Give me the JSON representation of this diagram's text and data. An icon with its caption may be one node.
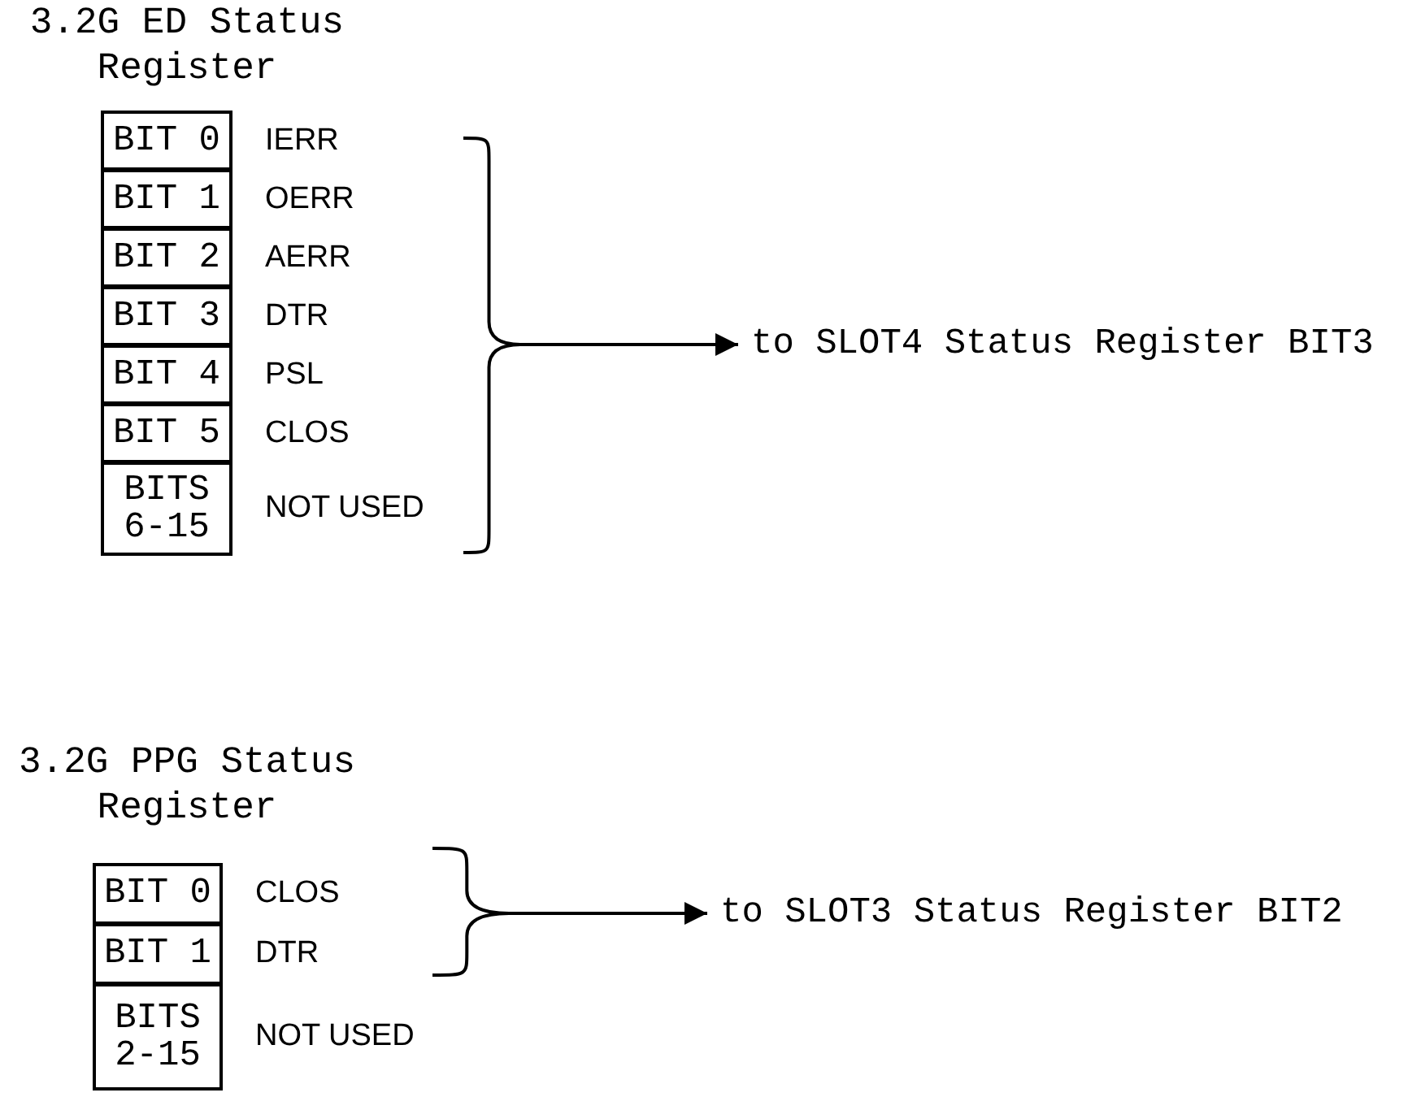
{
  "diagram": {
    "nodes": [
      {
        "text": [
          "3.2G ED Status Register"
        ]
      },
      {
        "text": [
          "BIT 0"
        ],
        "in": 0,
        "beside": [
          "IERR"
        ]
      },
      {
        "text": [
          "BIT 1"
        ],
        "in": 0,
        "beside": [
          "OERR"
        ]
      },
      {
        "text": [
          "BIT 2"
        ],
        "in": 0,
        "beside": [
          "AERR"
        ]
      },
      {
        "text": [
          "BIT 3"
        ],
        "in": 0,
        "beside": [
          "DTR"
        ]
      },
      {
        "text": [
          "BIT 4"
        ],
        "in": 0,
        "beside": [
          "PSL"
        ]
      },
      {
        "text": [
          "BIT 5"
        ],
        "in": 0,
        "beside": [
          "CLOS"
        ]
      },
      {
        "text": [
          "BITS 6-15"
        ],
        "in": 0,
        "beside": [
          "NOT USED"
        ]
      },
      {
        "text": [
          "to SLOT4 Status Register BIT3"
        ]
      },
      {
        "text": [
          "3.2G PPG Status Register"
        ]
      },
      {
        "text": [
          "BIT 0"
        ],
        "in": 9,
        "beside": [
          "CLOS"
        ]
      },
      {
        "text": [
          "BIT 1"
        ],
        "in": 9,
        "beside": [
          "DTR"
        ]
      },
      {
        "text": [
          "BITS 2-15"
        ],
        "in": 9,
        "beside": [
          "NOT USED"
        ]
      },
      {
        "text": [
          "to SLOT3 Status Register BIT2"
        ]
      }
    ],
    "edges": [
      {
        "from": 0,
        "to": 8,
        "arrow": "to"
      },
      {
        "from": 9,
        "to": 13,
        "arrow": "to"
      }
    ]
  }
}
